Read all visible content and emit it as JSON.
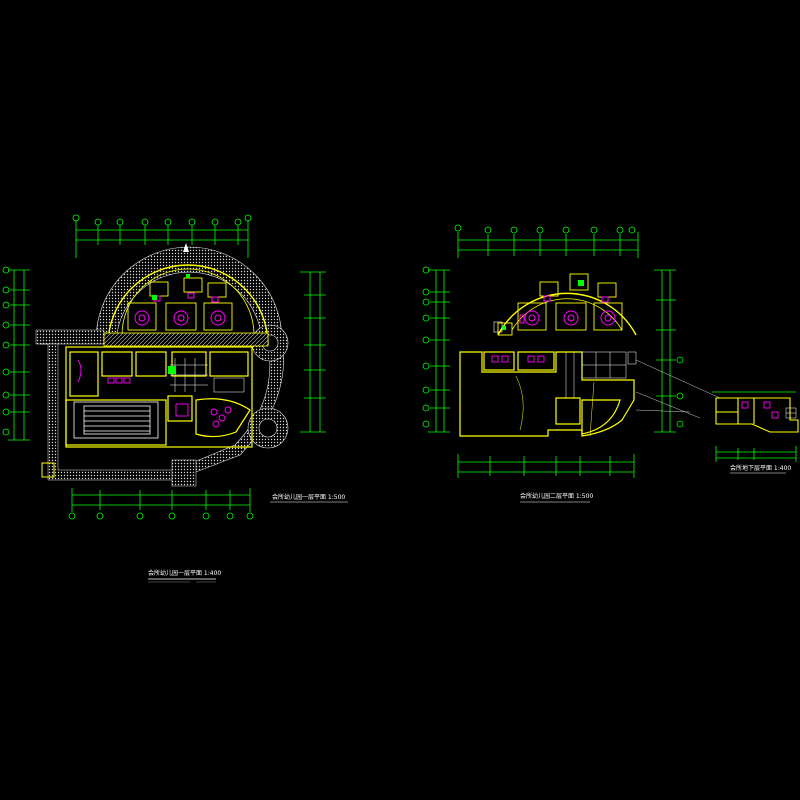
{
  "drawing": {
    "background": "#000000",
    "colors": {
      "wall": "#ffff00",
      "dimension": "#00ff00",
      "fixture": "#ff00ff",
      "hatch": "#e0e0e0",
      "axis": "#00ffff",
      "text": "#ffffff",
      "grey": "#808080"
    }
  },
  "plans": [
    {
      "id": "plan-1",
      "title": "会所幼儿园一层平面  1:500"
    },
    {
      "id": "plan-2",
      "title": "会所幼儿园二层平面 1:500"
    },
    {
      "id": "plan-3",
      "title": "会所地下层平面 1:400"
    }
  ],
  "site_plan": {
    "title": "会所幼儿园一层平面   1:400",
    "note": ""
  },
  "rooms": {
    "plan1": [
      "",
      "",
      "",
      ""
    ],
    "plan2": [
      "",
      "",
      ""
    ]
  }
}
